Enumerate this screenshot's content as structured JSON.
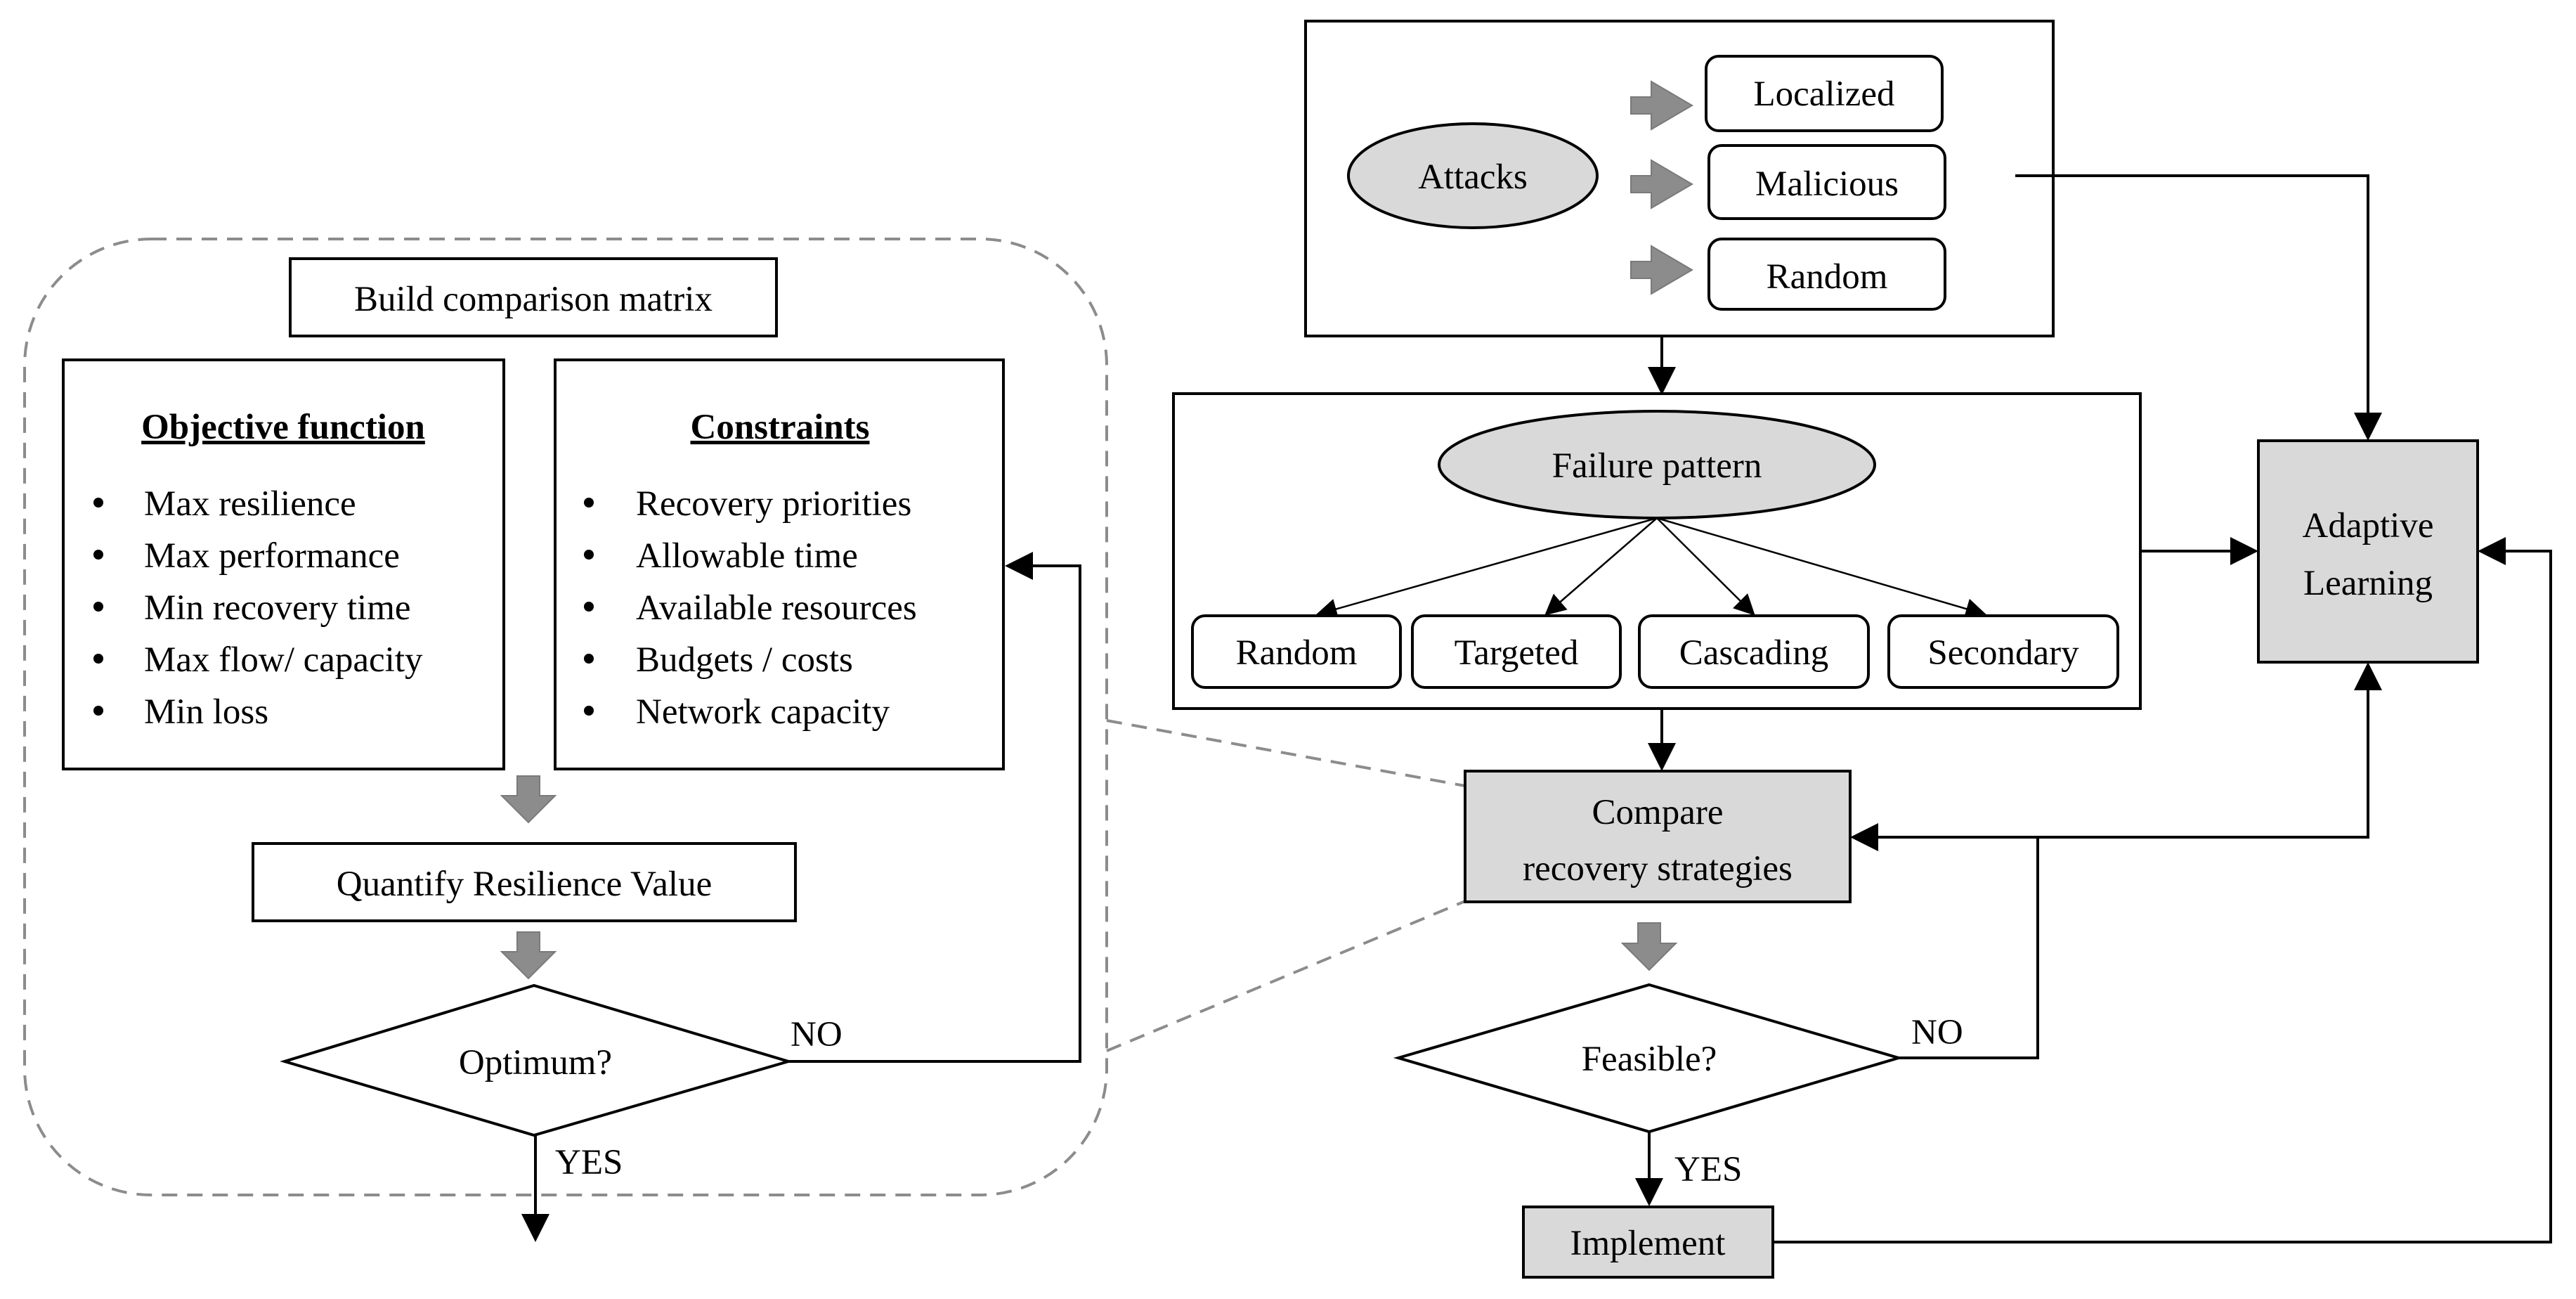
{
  "attacks": {
    "label": "Attacks",
    "types": [
      "Localized",
      "Malicious",
      "Random"
    ]
  },
  "failure_pattern": {
    "label": "Failure pattern",
    "types": [
      "Random",
      "Targeted",
      "Cascading",
      "Secondary"
    ]
  },
  "adaptive_learning": {
    "line1": "Adaptive",
    "line2": "Learning"
  },
  "compare": {
    "line1": "Compare",
    "line2": "recovery strategies"
  },
  "feasible": {
    "label": "Feasible?",
    "no": "NO",
    "yes": "YES"
  },
  "implement": {
    "label": "Implement"
  },
  "detail": {
    "build_matrix": "Build comparison matrix",
    "objective": {
      "title": "Objective function",
      "items": [
        "Max resilience",
        "Max performance",
        "Min recovery time",
        "Max flow/ capacity",
        "Min loss"
      ]
    },
    "constraints": {
      "title": "Constraints",
      "items": [
        "Recovery priorities",
        "Allowable time",
        "Available resources",
        "Budgets / costs",
        "Network capacity"
      ]
    },
    "quantify": "Quantify Resilience Value",
    "optimum": {
      "label": "Optimum?",
      "no": "NO",
      "yes": "YES"
    }
  },
  "colors": {
    "node_fill_gray": "#d9d9d9",
    "arrow_fill_gray": "#8c8c8c",
    "dashed_outline": "#8c8c8c"
  }
}
